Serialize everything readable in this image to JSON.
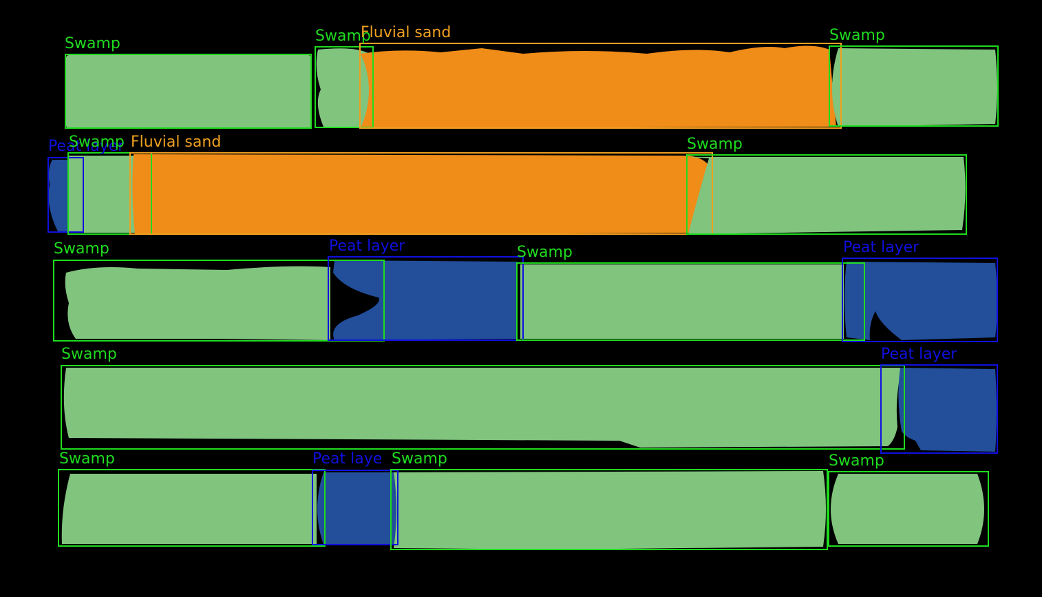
{
  "labels": {
    "swamp": "Swamp",
    "fluvial": "Fluvial sand",
    "peat": "Peat layer",
    "peat_partial_a": "Peat layer",
    "peat_partial_b": "Peat laye"
  },
  "colors": {
    "background": "#000000",
    "swamp_fill": "#80c47e",
    "swamp_box": "#1fdc1f",
    "fluvial_fill": "#f08c18",
    "fluvial_box": "#f0a020",
    "peat_fill": "#224e9a",
    "peat_box": "#1010e0"
  }
}
